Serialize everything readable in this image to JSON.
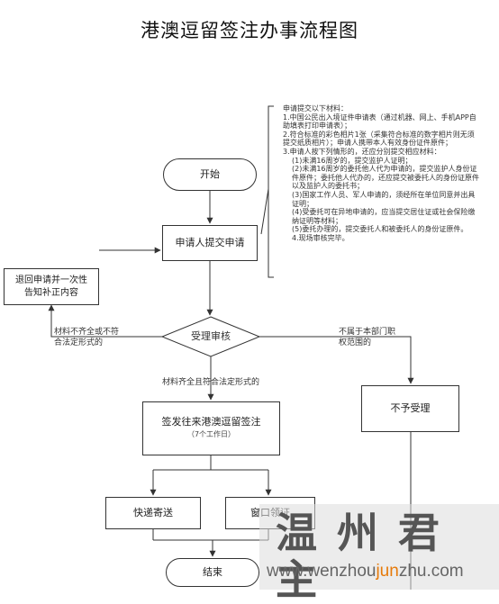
{
  "title": "港澳逗留签注办事流程图",
  "nodes": {
    "start": "开始",
    "apply": "申请人提交申请",
    "return": "退回申请并一次性告知补正内容",
    "review": "受理审核",
    "issue": "签发往来港澳逗留签注",
    "issue_sub": "（7个工作日）",
    "reject": "不予受理",
    "courier": "快递寄送",
    "window": "窗口领证",
    "end": "结束"
  },
  "edge_labels": {
    "to_return": "材料不齐全或不符合法定形式的",
    "to_reject": "不属于本部门职权范围的",
    "to_issue": "材料齐全且符合法定形式的"
  },
  "note": {
    "lines": [
      "申请提交以下材料：",
      "1.中国公民出入境证件申请表（通过机器、网上、手机APP自助填表打印申请表）；",
      "2.符合标准的彩色相片1张（采集符合标准的数字相片则无须提交纸质相片）；申请人携带本人有效身份证件原件；",
      "3.申请人按下列情形的，还应分别提交相应材料：",
      "(1)未满16周岁的，提交监护人证明；",
      "(2)未满16周岁的委托他人代为申请的，提交监护人身份证件原件；委托他人代办的，还应提交被委托人的身份证原件以及监护人的委托书；",
      "(3)国家工作人员、军人申请的，须经所在单位同意并出具证明；",
      "(4)受委托可在异地申请的，应当提交居住证或社会保险缴纳证明等材料；",
      "(5)委托办理的，提交委托人和被委托人的身份证原件。",
      "4.现场审核完毕。"
    ]
  },
  "watermark": {
    "chars": "温州君主",
    "url_pre": "www.wenzhou",
    "url_hl": "jun",
    "url_post": "zhu.com"
  },
  "colors": {
    "line": "#333333",
    "text": "#222222",
    "watermark_accent": "#e67a0a"
  }
}
